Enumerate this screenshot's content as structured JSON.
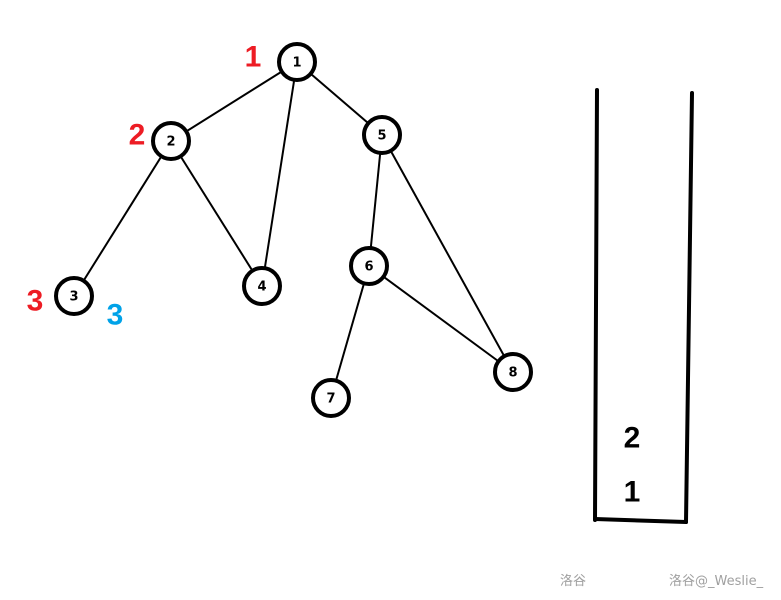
{
  "graph": {
    "nodes": [
      "1",
      "2",
      "3",
      "4",
      "5",
      "6",
      "7",
      "8"
    ],
    "edges": [
      [
        "1",
        "2"
      ],
      [
        "1",
        "4"
      ],
      [
        "1",
        "5"
      ],
      [
        "2",
        "3"
      ],
      [
        "2",
        "4"
      ],
      [
        "5",
        "6"
      ],
      [
        "5",
        "8"
      ],
      [
        "6",
        "7"
      ],
      [
        "6",
        "8"
      ]
    ]
  },
  "annotations": [
    {
      "text": "1",
      "color": "#ed1c24"
    },
    {
      "text": "2",
      "color": "#ed1c24"
    },
    {
      "text": "3",
      "color": "#ed1c24"
    },
    {
      "text": "3",
      "color": "#00a2e8"
    }
  ],
  "stack": {
    "items_top_to_bottom": [
      "2",
      "1"
    ]
  },
  "watermark": {
    "left": "洛谷",
    "right": "洛谷@_Weslie_"
  }
}
